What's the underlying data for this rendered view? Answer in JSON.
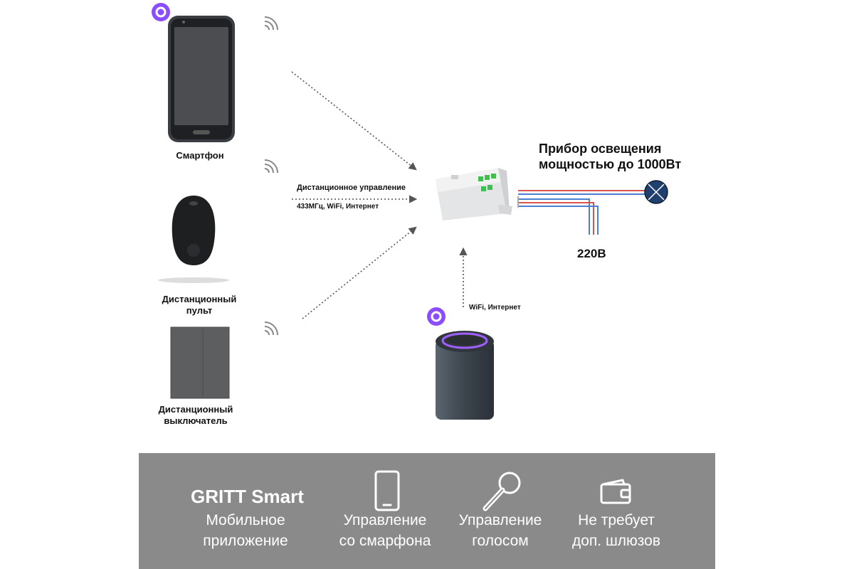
{
  "devices": {
    "smartphone": "Смартфон",
    "remote_line1": "Дистанционный",
    "remote_line2": "пульт",
    "switch_line1": "Дистанционный",
    "switch_line2": "выключатель"
  },
  "connections": {
    "remote_control": "Дистанционное управление",
    "protocols": "433МГц, WiFi, Интернет",
    "speaker_link": "WiFi, Интернет"
  },
  "load": {
    "line1": "Прибор освещения",
    "line2": "мощностью до 1000Вт",
    "voltage": "220В"
  },
  "banner": {
    "brand": "GRITT Smart",
    "features": [
      {
        "icon": "smartphone-icon",
        "line1": "Мобильное",
        "line2": "приложение"
      },
      {
        "icon": "smartphone-icon",
        "line1": "Управление",
        "line2": "со смарфона"
      },
      {
        "icon": "microphone-icon",
        "line1": "Управление",
        "line2": "голосом"
      },
      {
        "icon": "wallet-icon",
        "line1": "Не требует",
        "line2": "доп. шлюзов"
      }
    ]
  },
  "colors": {
    "banner_bg": "#8a8a8a",
    "alice_purple": "#7b3ff2",
    "wire_red": "#d9534f",
    "wire_blue": "#4a7fd4"
  }
}
